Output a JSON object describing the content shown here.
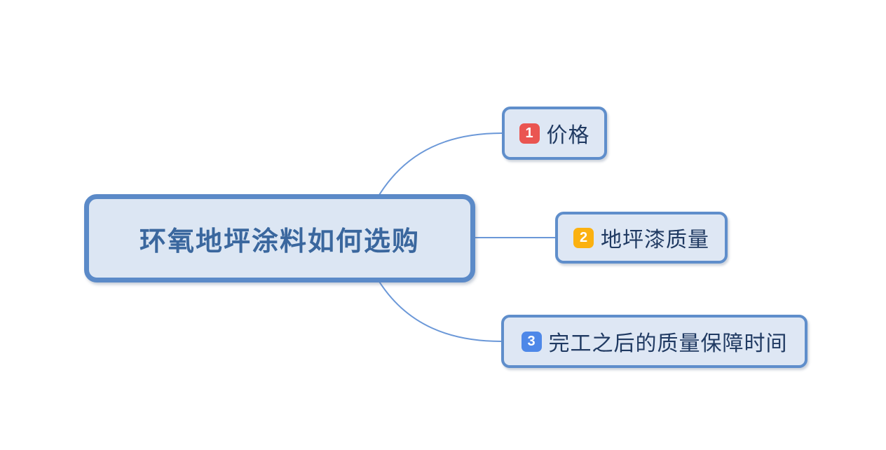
{
  "diagram": {
    "type": "mindmap",
    "root": {
      "label": "环氧地坪涂料如何选购"
    },
    "branches": [
      {
        "number": "1",
        "label": "价格",
        "badge_color": "#ea5551"
      },
      {
        "number": "2",
        "label": "地坪漆质量",
        "badge_color": "#fbb110"
      },
      {
        "number": "3",
        "label": "完工之后的质量保障时间",
        "badge_color": "#4e88e8"
      }
    ],
    "colors": {
      "node_fill": "#dce6f3",
      "root_border": "#5b8ac8",
      "branch_border": "#5f8ecb",
      "connector": "#6b98d8",
      "root_text": "#3a679e",
      "branch_text": "#203a62",
      "badge_text": "#ffffff",
      "background": "#ffffff"
    }
  }
}
